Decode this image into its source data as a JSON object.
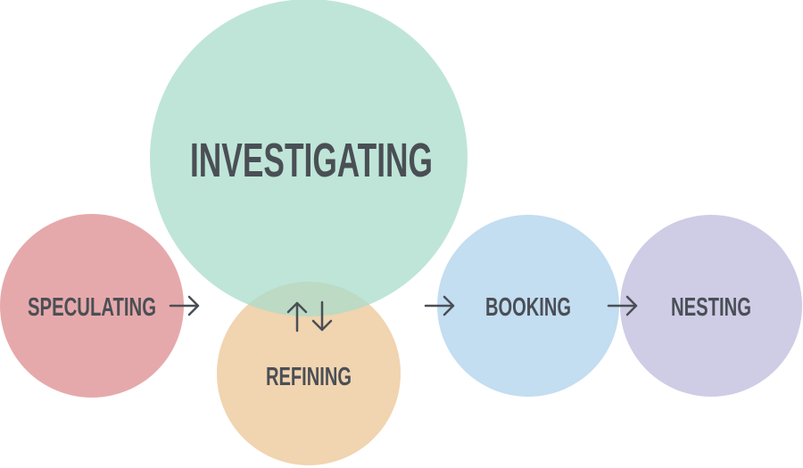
{
  "stages": {
    "investigating": {
      "label": "INVESTIGATING",
      "color": "#a9dccb"
    },
    "speculating": {
      "label": "SPECULATING",
      "color": "#e3a0a2"
    },
    "refining": {
      "label": "REFINING",
      "color": "#efcfa7"
    },
    "booking": {
      "label": "BOOKING",
      "color": "#bcd9f0"
    },
    "nesting": {
      "label": "NESTING",
      "color": "#cac6e3"
    }
  },
  "text_color": "#4a4f55"
}
